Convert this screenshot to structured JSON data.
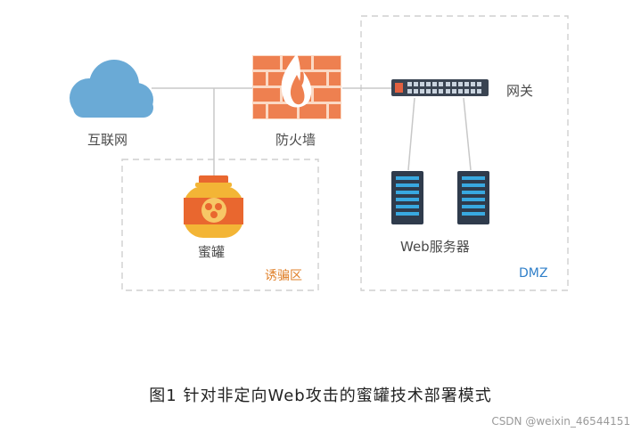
{
  "nodes": {
    "internet": "互联网",
    "firewall": "防火墙",
    "gateway": "网关",
    "honeypot": "蜜罐",
    "web_servers": "Web服务器"
  },
  "zones": {
    "lure_zone": "诱骗区",
    "dmz": "DMZ"
  },
  "caption": "图1  针对非定向Web攻击的蜜罐技术部署模式",
  "watermark": "CSDN @weixin_46544151",
  "colors": {
    "cloud": "#6aaad6",
    "firewall_brick": "#ee8050",
    "firewall_mortar": "#fbd9c4",
    "switch_body": "#3a4452",
    "server_body": "#2f3b4c",
    "server_light": "#38a8e0",
    "honeypot_body": "#f3b536",
    "honeypot_band": "#e9672f",
    "dashed_border": "#cfcfcf",
    "line": "#c8c8c8",
    "lure_zone_label": "#e0802a",
    "dmz_label": "#2f7fc9"
  },
  "icons": [
    "cloud-icon",
    "firewall-icon",
    "switch-icon",
    "server-icon",
    "honey-jar-icon"
  ]
}
